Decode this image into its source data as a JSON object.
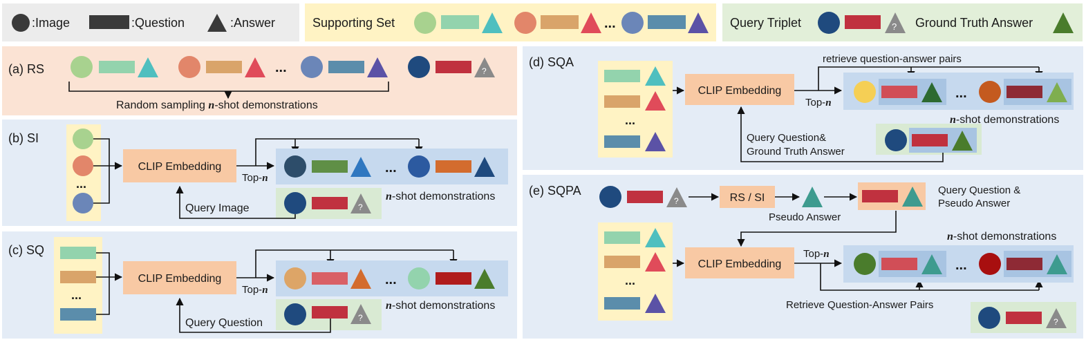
{
  "legend": {
    "image": ":Image",
    "question": ":Question",
    "answer": ":Answer",
    "supporting_set": "Supporting Set",
    "query_triplet": "Query Triplet",
    "ground_truth": "Ground Truth Answer",
    "ellipsis": "...",
    "unknown": "?"
  },
  "rs": {
    "label": "(a) RS",
    "caption_pre": "Random sampling ",
    "caption_n": "n",
    "caption_post": "-shot demonstrations"
  },
  "si": {
    "label": "(b) SI",
    "clip": "CLIP Embedding",
    "top": "Top-",
    "top_n": "n",
    "query": "Query Image",
    "nshot_n": "n",
    "nshot": "-shot demonstrations"
  },
  "sq": {
    "label": "(c) SQ",
    "clip": "CLIP Embedding",
    "top": "Top-",
    "top_n": "n",
    "query": "Query Question",
    "nshot_n": "n",
    "nshot": "-shot demonstrations"
  },
  "sqa": {
    "label": "(d) SQA",
    "clip": "CLIP Embedding",
    "retrieve": "retrieve question-answer pairs",
    "top": "Top-",
    "top_n": "n",
    "nshot_n": "n",
    "nshot": "-shot demonstrations",
    "query_line1": "Query Question&",
    "query_line2": "Ground Truth Answer"
  },
  "sqpa": {
    "label": "(e) SQPA",
    "rs_si": "RS / SI",
    "pseudo": "Pseudo Answer",
    "qp_line1": "Query Question &",
    "qp_line2": "Pseudo Answer",
    "nshot_n": "n",
    "nshot": "-shot demonstrations",
    "clip": "CLIP Embedding",
    "top": "Top-",
    "top_n": "n",
    "retrieve": "Retrieve Question-Answer Pairs"
  },
  "colors": {
    "legend_gray_bg": "#ececec",
    "legend_yellow_bg": "#fff3c4",
    "legend_green_bg": "#e2efd9",
    "rs_bg": "#fbe3d4",
    "panel_blue_bg": "#e4ecf6",
    "demo_bar": "#c6d9ee",
    "clip_box": "#f8c9a4",
    "query_green": "#d9ead3",
    "stack_yellow": "#fff3c4"
  }
}
